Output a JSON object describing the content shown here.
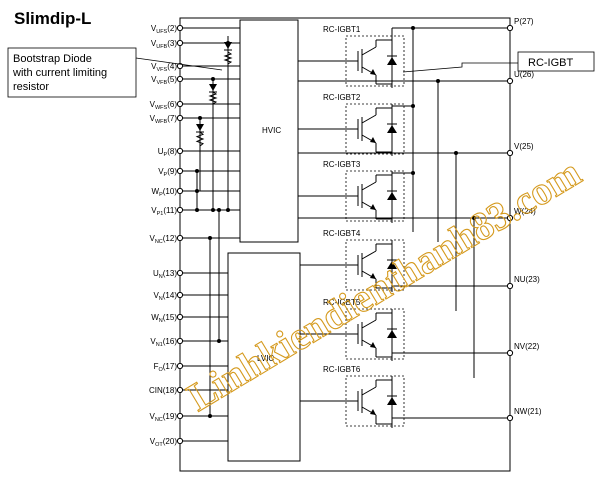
{
  "title": "Slimdip-L",
  "callouts": {
    "bootstrap_lines": [
      "Bootstrap Diode",
      "with current limiting",
      "resistor"
    ],
    "igbt": "RC-IGBT"
  },
  "blocks": {
    "hvic": "HVIC",
    "lvic": "LVIC"
  },
  "left_pins": [
    {
      "base": "V",
      "sub": "UFS",
      "num": "(2)"
    },
    {
      "base": "V",
      "sub": "UFB",
      "num": "(3)"
    },
    {
      "base": "V",
      "sub": "VFS",
      "num": "(4)"
    },
    {
      "base": "V",
      "sub": "VFB",
      "num": "(5)"
    },
    {
      "base": "V",
      "sub": "WFS",
      "num": "(6)"
    },
    {
      "base": "V",
      "sub": "WFB",
      "num": "(7)"
    },
    {
      "base": "U",
      "sub": "P",
      "num": "(8)"
    },
    {
      "base": "V",
      "sub": "P",
      "num": "(9)"
    },
    {
      "base": "W",
      "sub": "P",
      "num": "(10)"
    },
    {
      "base": "V",
      "sub": "P1",
      "num": "(11)"
    },
    {
      "base": "V",
      "sub": "NC",
      "num": "(12)"
    },
    {
      "base": "U",
      "sub": "N",
      "num": "(13)"
    },
    {
      "base": "V",
      "sub": "N",
      "num": "(14)"
    },
    {
      "base": "W",
      "sub": "N",
      "num": "(15)"
    },
    {
      "base": "V",
      "sub": "N1",
      "num": "(16)"
    },
    {
      "base": "F",
      "sub": "O",
      "num": "(17)"
    },
    {
      "base": "CIN",
      "sub": "",
      "num": "(18)"
    },
    {
      "base": "V",
      "sub": "NC",
      "num": "(19)"
    },
    {
      "base": "V",
      "sub": "OT",
      "num": "(20)"
    }
  ],
  "right_pins": [
    "P(27)",
    "U(26)",
    "V(25)",
    "W(24)",
    "NU(23)",
    "NV(22)",
    "NW(21)"
  ],
  "igbts": [
    "RC-IGBT1",
    "RC-IGBT2",
    "RC-IGBT3",
    "RC-IGBT4",
    "RC-IGBT5",
    "RC-IGBT6"
  ],
  "watermark": "Linhkiendienthanh83.com"
}
